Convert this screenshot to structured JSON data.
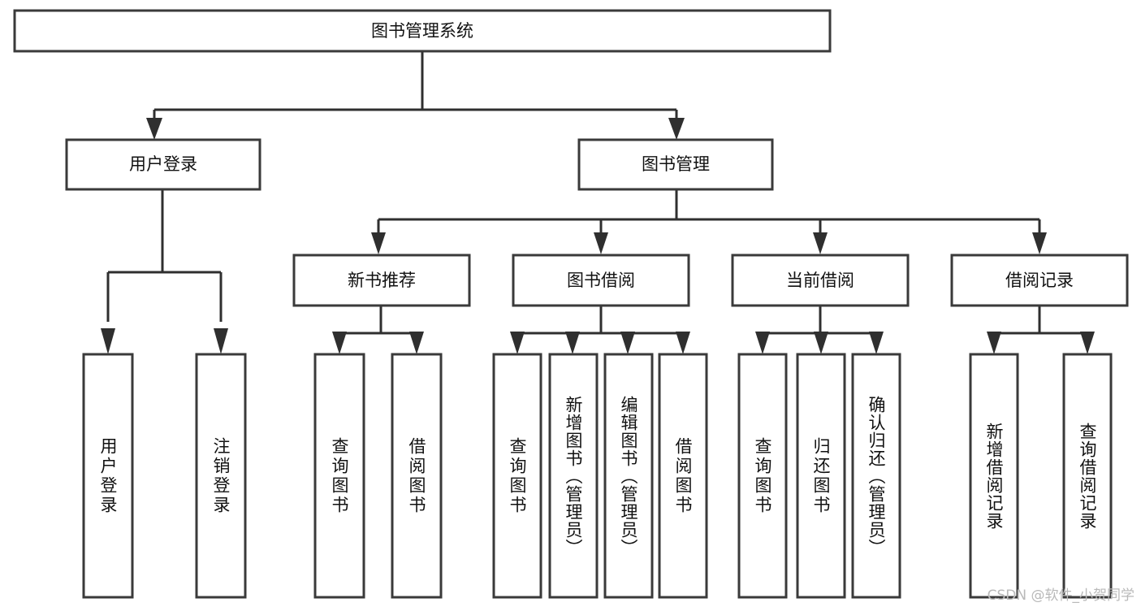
{
  "diagram": {
    "type": "tree-hierarchy",
    "title": "图书管理系统",
    "orientation": "top-down",
    "colors": {
      "background": "#ffffff",
      "box_fill": "#ffffff",
      "box_stroke": "#3a3a3a",
      "connector": "#2f2f2f",
      "text": "#111111",
      "watermark": "#b9b9b9"
    },
    "root": {
      "label": "图书管理系统",
      "orientation": "horizontal"
    },
    "level2": [
      {
        "label": "用户登录",
        "orientation": "horizontal"
      },
      {
        "label": "图书管理",
        "orientation": "horizontal"
      }
    ],
    "level3": [
      {
        "label": "新书推荐",
        "orientation": "horizontal"
      },
      {
        "label": "图书借阅",
        "orientation": "horizontal"
      },
      {
        "label": "当前借阅",
        "orientation": "horizontal"
      },
      {
        "label": "借阅记录",
        "orientation": "horizontal"
      }
    ],
    "leaves": {
      "user_login": [
        {
          "label": "用户登录",
          "orientation": "vertical"
        },
        {
          "label": "注销登录",
          "orientation": "vertical"
        }
      ],
      "new_book_recommend": [
        {
          "label": "查询图书",
          "orientation": "vertical"
        },
        {
          "label": "借阅图书",
          "orientation": "vertical"
        }
      ],
      "book_borrow": [
        {
          "label": "查询图书",
          "orientation": "vertical"
        },
        {
          "label": "新增图书（管理员）",
          "orientation": "vertical"
        },
        {
          "label": "编辑图书（管理员）",
          "orientation": "vertical"
        },
        {
          "label": "借阅图书",
          "orientation": "vertical"
        }
      ],
      "current_borrow": [
        {
          "label": "查询图书",
          "orientation": "vertical"
        },
        {
          "label": "归还图书",
          "orientation": "vertical"
        },
        {
          "label": "确认归还（管理员）",
          "orientation": "vertical"
        }
      ],
      "borrow_record": [
        {
          "label": "新增借阅记录",
          "orientation": "vertical"
        },
        {
          "label": "查询借阅记录",
          "orientation": "vertical"
        }
      ]
    },
    "watermark": "CSDN @软件_小贺同学"
  }
}
